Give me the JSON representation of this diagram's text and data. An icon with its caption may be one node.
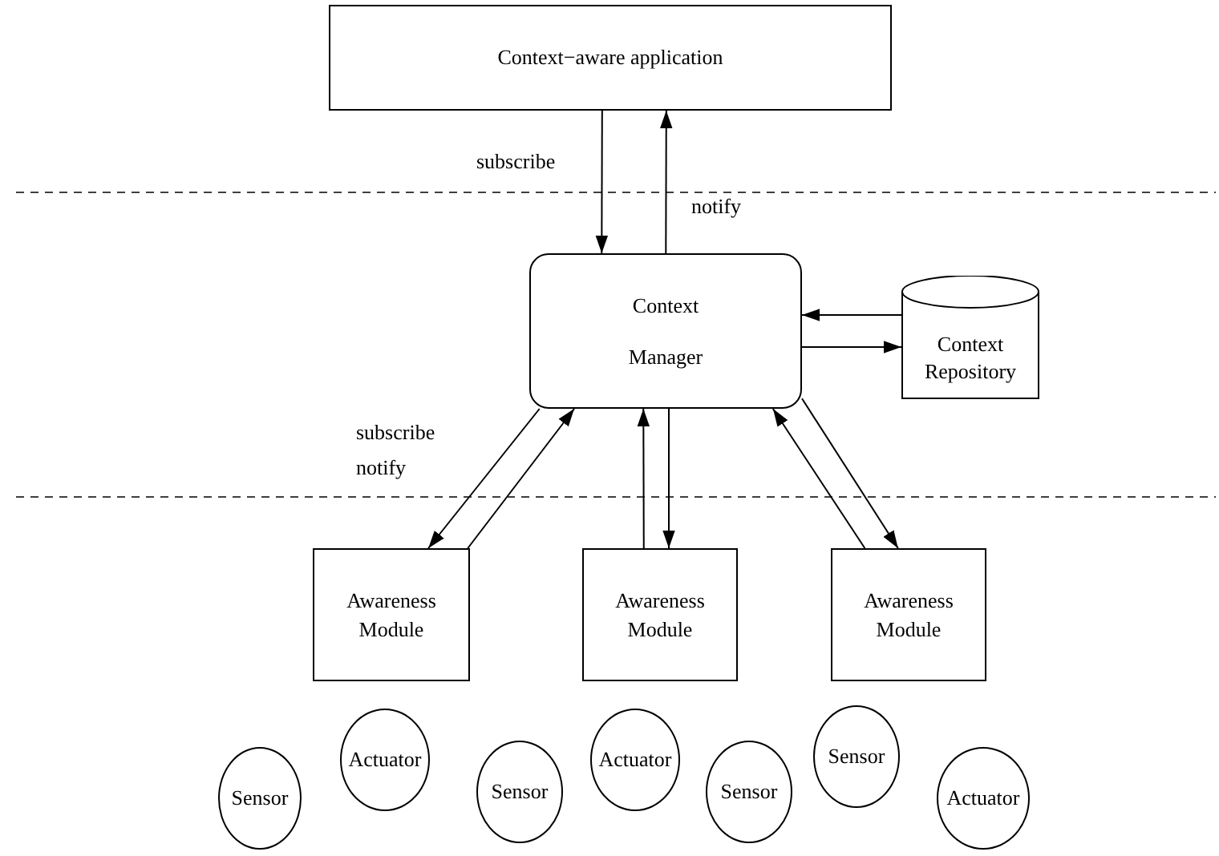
{
  "diagram": {
    "nodes": [
      {
        "text": [
          "Context−aware application"
        ]
      },
      {
        "text": [
          "Context Manager"
        ]
      },
      {
        "text": [
          "Context Repository"
        ]
      },
      {
        "text": [
          "Awareness Module"
        ]
      },
      {
        "text": [
          "Awareness Module"
        ]
      },
      {
        "text": [
          "Awareness Module"
        ]
      },
      {
        "text": [
          "Sensor"
        ]
      },
      {
        "text": [
          "Actuator"
        ]
      },
      {
        "text": [
          "Sensor"
        ]
      },
      {
        "text": [
          "Actuator"
        ]
      },
      {
        "text": [
          "Sensor"
        ]
      },
      {
        "text": [
          "Sensor"
        ]
      },
      {
        "text": [
          "Actuator"
        ]
      }
    ],
    "edges": [
      {
        "from": 0,
        "to": 1,
        "arrow": "to",
        "label": "subscribe"
      },
      {
        "from": 1,
        "to": 0,
        "arrow": "to",
        "label": "notify"
      },
      {
        "from": 2,
        "to": 1,
        "arrow": "to"
      },
      {
        "from": 1,
        "to": 2,
        "arrow": "to"
      },
      {
        "from": 1,
        "to": 3,
        "arrow": "to",
        "label": "subscribe"
      },
      {
        "from": 3,
        "to": 1,
        "arrow": "to",
        "label": "notify"
      },
      {
        "from": 4,
        "to": 1,
        "arrow": "to"
      },
      {
        "from": 1,
        "to": 4,
        "arrow": "to"
      },
      {
        "from": 5,
        "to": 1,
        "arrow": "to"
      },
      {
        "from": 1,
        "to": 5,
        "arrow": "to"
      }
    ]
  }
}
